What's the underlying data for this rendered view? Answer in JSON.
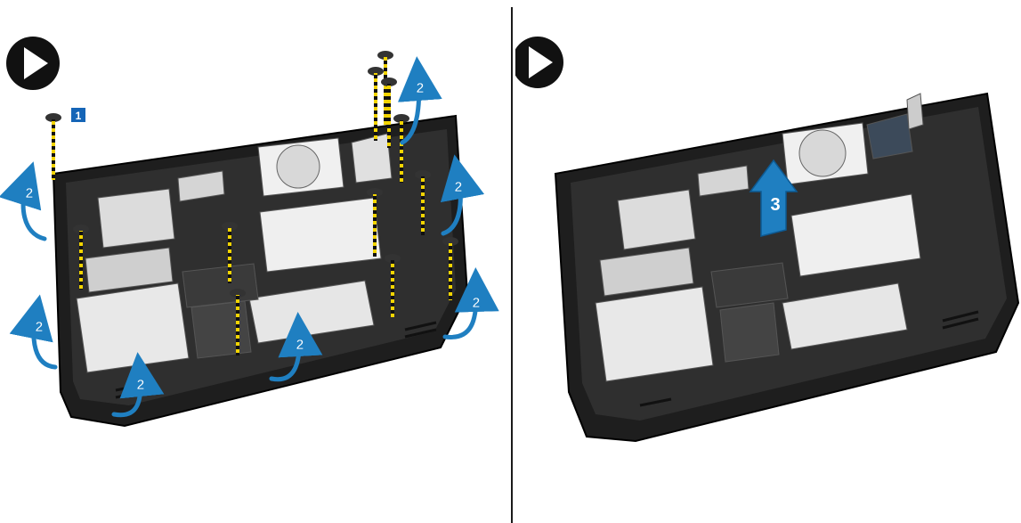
{
  "colors": {
    "arrow_blue": "#1f7fc1",
    "arrow_blue_light": "#5db3e6",
    "chassis": "#2a2a2a",
    "chassis_edge": "#111111",
    "screw_yellow": "#f2d400",
    "badge_blue": "#1565b7",
    "play_icon": "#111111"
  },
  "icons": {
    "left_play": "play-circle-icon",
    "right_play": "play-circle-icon",
    "screw": "screw-icon",
    "lift_arrow": "curved-up-arrow-icon"
  },
  "labels": {
    "step1": "1",
    "step2": "2",
    "step3": "3"
  }
}
